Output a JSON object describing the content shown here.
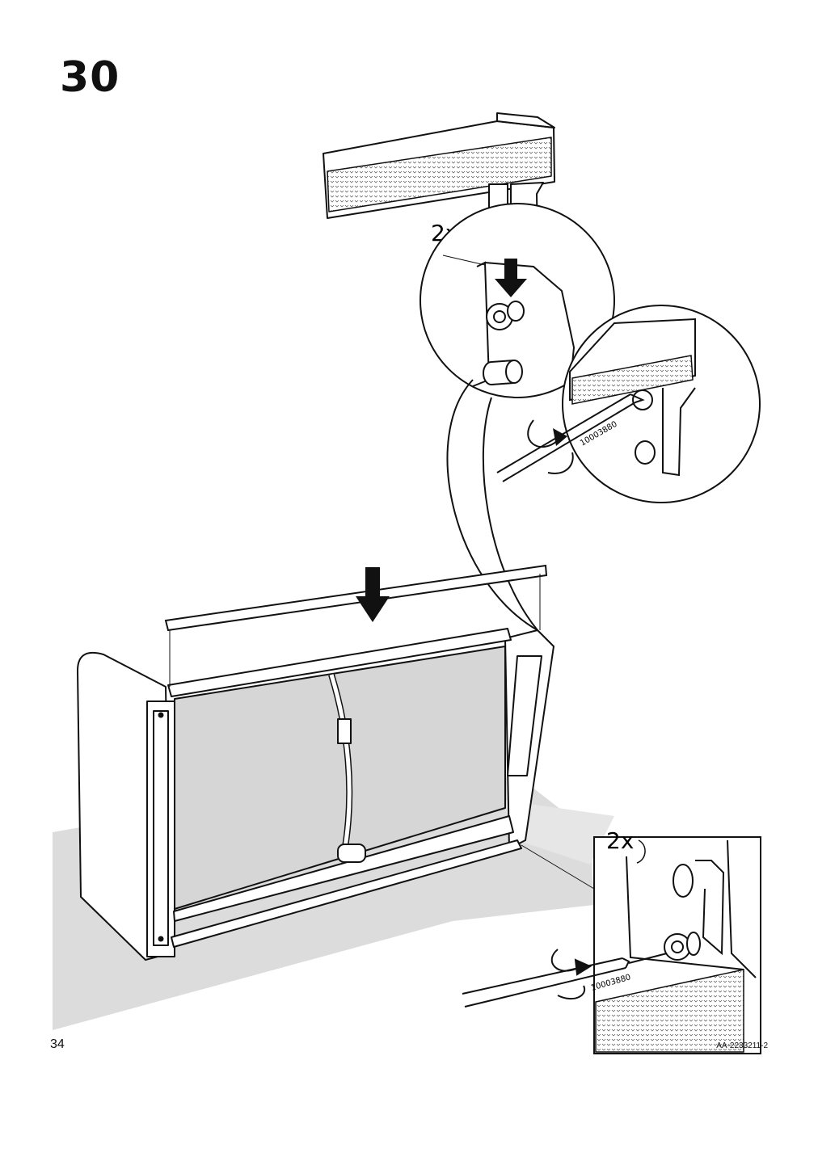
{
  "step": {
    "number": "30"
  },
  "callouts": {
    "top_quantity": "2x",
    "bottom_quantity": "2x",
    "tool_code_top": "10003880",
    "tool_code_bottom": "10003880"
  },
  "footer": {
    "page_number": "34",
    "document_code": "AA-2233211-2"
  }
}
